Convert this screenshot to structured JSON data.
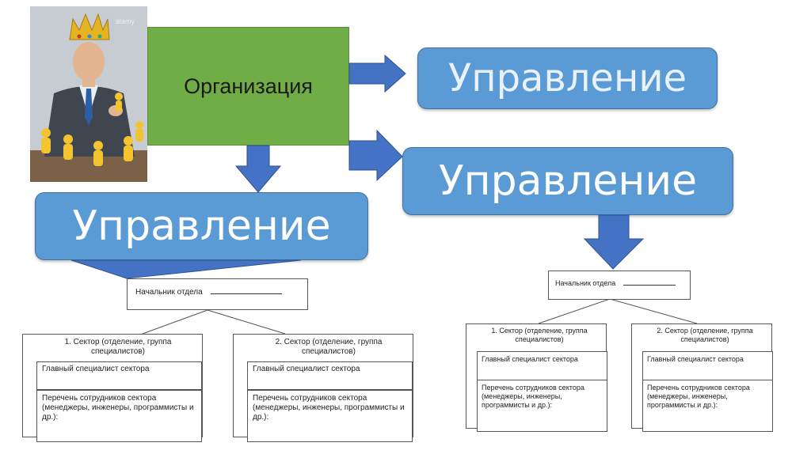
{
  "organization": {
    "label": "Организация"
  },
  "management": {
    "label": "Управление"
  },
  "chart_left": {
    "head": "Начальник отдела",
    "sectors": [
      {
        "title": "1. Сектор (отделение, группа специалистов)",
        "chief": "Главный специалист сектора",
        "staff": "Перечень сотрудников сектора (менеджеры, инженеры, программисты и др.):"
      },
      {
        "title": "2. Сектор (отделение, группа специалистов)",
        "chief": "Главный специалист сектора",
        "staff": "Перечень сотрудников сектора (менеджеры, инженеры, программисты и др.):"
      }
    ]
  },
  "chart_right": {
    "head": "Начальник отдела",
    "sectors": [
      {
        "title": "1. Сектор (отделение, группа специалистов)",
        "chief": "Главный специалист сектора",
        "staff": "Перечень сотрудников сектора (менеджеры, инженеры, программисты и др.):"
      },
      {
        "title": "2. Сектор (отделение, группа специалистов)",
        "chief": "Главный специалист сектора",
        "staff": "Перечень сотрудников сектора (менеджеры, инженеры, программисты и др.):"
      }
    ]
  },
  "photo": {
    "watermark": "alamy"
  },
  "colors": {
    "org_green": "#70ad47",
    "mgmt_blue": "#5b9bd5",
    "arrow_blue": "#4472c4"
  }
}
